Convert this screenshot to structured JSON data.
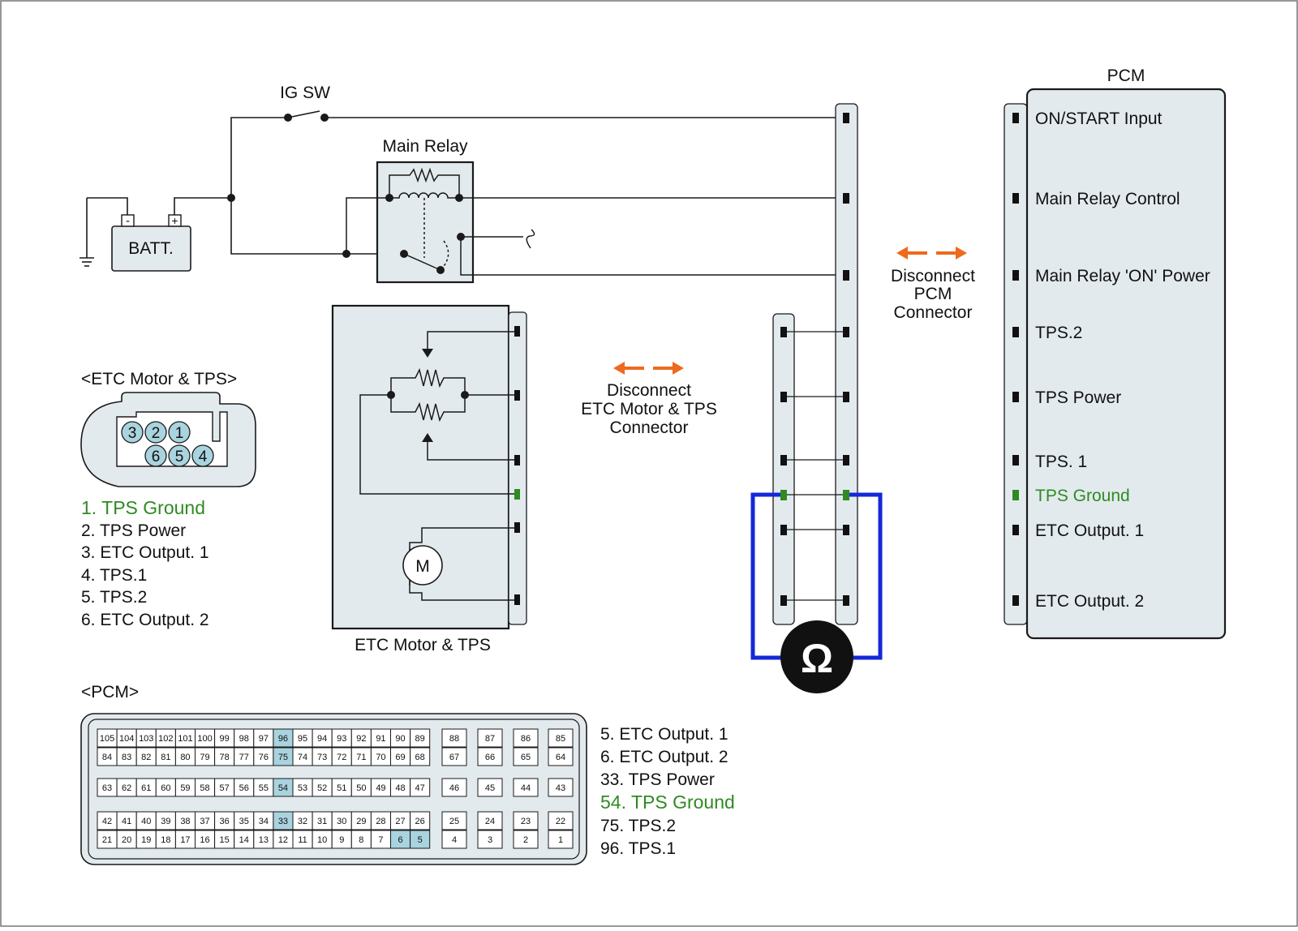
{
  "colors": {
    "panel_fill": "#e3eaee",
    "highlight_fill": "#a9d3de",
    "ground_green": "#2e8b22",
    "meter_blue": "#1428d8",
    "arrow_orange": "#ee6a1c",
    "wire": "#1a1a1a"
  },
  "circuit": {
    "ig_sw": "IG SW",
    "main_relay": "Main Relay",
    "battery": "BATT.",
    "battery_neg": "-",
    "battery_pos": "+",
    "etc_box_title": "ETC Motor & TPS",
    "motor_letter": "M",
    "ohm_symbol": "Ω",
    "disconnect_etc": [
      "Disconnect",
      "ETC Motor & TPS",
      "Connector"
    ],
    "disconnect_pcm": [
      "Disconnect",
      "PCM",
      "Connector"
    ]
  },
  "pcm_module": {
    "title": "PCM",
    "terminals": [
      "ON/START Input",
      "Main Relay Control",
      "Main Relay 'ON' Power",
      "TPS.2",
      "TPS Power",
      "TPS. 1",
      "TPS Ground",
      "ETC Output. 1",
      "ETC Output. 2"
    ]
  },
  "etc_connector": {
    "title": "<ETC Motor & TPS>",
    "pin_numbers_top": [
      "3",
      "2",
      "1"
    ],
    "pin_numbers_bottom": [
      "6",
      "5",
      "4"
    ],
    "pins": [
      "1. TPS Ground",
      "2. TPS Power",
      "3. ETC Output. 1",
      "4. TPS.1",
      "5. TPS.2",
      "6. ETC Output. 2"
    ]
  },
  "pcm_connector": {
    "title": "<PCM>",
    "highlighted": [
      "96",
      "75",
      "54",
      "33",
      "6",
      "5"
    ],
    "rows": [
      [
        "105",
        "104",
        "103",
        "102",
        "101",
        "100",
        "99",
        "98",
        "97",
        "96",
        "95",
        "94",
        "93",
        "92",
        "91",
        "90",
        "89"
      ],
      [
        "84",
        "83",
        "82",
        "81",
        "80",
        "79",
        "78",
        "77",
        "76",
        "75",
        "74",
        "73",
        "72",
        "71",
        "70",
        "69",
        "68"
      ],
      [
        "63",
        "62",
        "61",
        "60",
        "59",
        "58",
        "57",
        "56",
        "55",
        "54",
        "53",
        "52",
        "51",
        "50",
        "49",
        "48",
        "47"
      ],
      [
        "42",
        "41",
        "40",
        "39",
        "38",
        "37",
        "36",
        "35",
        "34",
        "33",
        "32",
        "31",
        "30",
        "29",
        "28",
        "27",
        "26"
      ],
      [
        "21",
        "20",
        "19",
        "18",
        "17",
        "16",
        "15",
        "14",
        "13",
        "12",
        "11",
        "10",
        "9",
        "8",
        "7",
        "6",
        "5"
      ]
    ],
    "side_rows": [
      [
        "88",
        "87",
        "86",
        "85"
      ],
      [
        "67",
        "66",
        "65",
        "64"
      ],
      [
        "46",
        "45",
        "44",
        "43"
      ],
      [
        "25",
        "24",
        "23",
        "22"
      ],
      [
        "4",
        "3",
        "2",
        "1"
      ]
    ],
    "pins": [
      "5. ETC Output. 1",
      "6. ETC Output. 2",
      "33. TPS Power",
      "54. TPS Ground",
      "75. TPS.2",
      "96. TPS.1"
    ]
  }
}
